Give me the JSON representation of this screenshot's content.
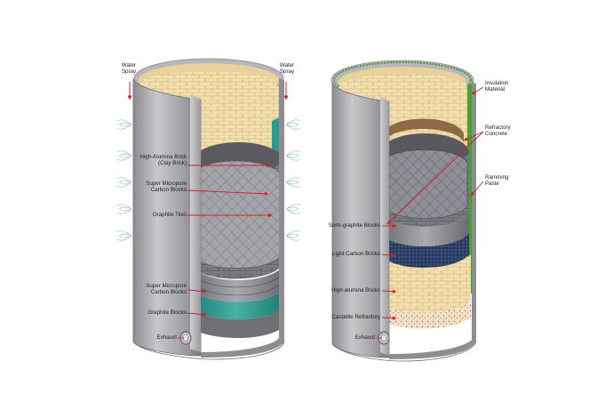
{
  "left_furnace": {
    "water_spray_left": [
      "Water",
      "Spray"
    ],
    "water_spray_right": [
      "Water",
      "Spray"
    ],
    "labels": {
      "high_alumina_brick": [
        "High-Alumina Brick",
        "(Clay Brick)"
      ],
      "super_micropore_upper": [
        "Super Micropore",
        "Carbon Blocks"
      ],
      "graphite_tiles": [
        "Graphite Tiles"
      ],
      "super_micropore_lower": [
        "Super Micropore",
        "Carbon Blocks"
      ],
      "graphite_blocks": [
        "Graphite Blocks"
      ],
      "exhaust": [
        "Exhaust"
      ]
    }
  },
  "right_furnace": {
    "labels": {
      "insulation_material": [
        "Insulation",
        "Material"
      ],
      "refractory_concrete": [
        "Refractory",
        "Concrete"
      ],
      "ramming_paste": [
        "Ramming",
        "Paste"
      ],
      "semi_graphite_blocks": [
        "Semi-graphite Blocks"
      ],
      "light_carbon_bricks": [
        "Light Carbon Bricks"
      ],
      "high_alumina_bricks": [
        "High-alumina Bricks"
      ],
      "castable_refractory": [
        "Castable Refractory"
      ],
      "exhaust": [
        "Exhaust"
      ]
    }
  },
  "colors": {
    "shell": "#a9a9ab",
    "shell_dark": "#7d7d80",
    "brick": "#f3dfae",
    "brick_line": "#c9b078",
    "carbon": "#6b6b70",
    "graphite": "#9a9aa0",
    "teal": "#2f9a8e",
    "navy": "#2e3f66",
    "arrow": "#d0202a",
    "insulation": "#4e9a3a"
  }
}
